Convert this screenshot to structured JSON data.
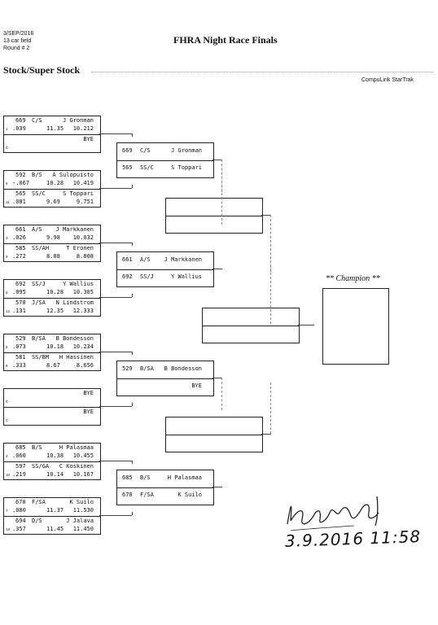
{
  "header": {
    "date": "3/SEP/2016",
    "field": "13 car field",
    "round": "Round # 2",
    "title": "FHRA Night Race Finals",
    "section": "Stock/Super Stock",
    "brand": "CompuLink StarTrak"
  },
  "col1": [
    {
      "top": {
        "num": "669",
        "cls": "C/S",
        "name": "J Gronman",
        "lane": "1",
        "rt": ".039",
        "et": "11.35",
        "spd": "10.212"
      },
      "bot": {
        "num": "",
        "cls": "",
        "name": "BYE",
        "lane": "0",
        "rt": "",
        "et": "",
        "spd": ""
      }
    },
    {
      "top": {
        "num": "592",
        "cls": "B/S",
        "name": "A Sulopuisto",
        "lane": "5",
        "rt": "-.067",
        "et": "10.28",
        "spd": "10.419"
      },
      "bot": {
        "num": "565",
        "cls": "SS/C",
        "name": "S Toppari",
        "lane": "11",
        "rt": ".081",
        "et": "9.69",
        "spd": "9.751"
      }
    },
    {
      "top": {
        "num": "661",
        "cls": "A/S",
        "name": "J Markkanen",
        "lane": "3",
        "rt": ".026",
        "et": "9.98",
        "spd": "10.032"
      },
      "bot": {
        "num": "585",
        "cls": "SS/AH",
        "name": "T Eronen",
        "lane": "9",
        "rt": ".272",
        "et": "8.88",
        "spd": "8.808"
      }
    },
    {
      "top": {
        "num": "692",
        "cls": "SS/J",
        "name": "Y Wallius",
        "lane": "6",
        "rt": ".095",
        "et": "10.28",
        "spd": "10.305"
      },
      "bot": {
        "num": "570",
        "cls": "J/SA",
        "name": "N Lindstrom",
        "lane": "12",
        "rt": ".131",
        "et": "12.35",
        "spd": "12.333"
      }
    },
    {
      "top": {
        "num": "529",
        "cls": "B/SA",
        "name": "B Bondesson",
        "lane": "2",
        "rt": ".073",
        "et": "10.18",
        "spd": "10.234"
      },
      "bot": {
        "num": "581",
        "cls": "SS/BM",
        "name": "H Hassinen",
        "lane": "8",
        "rt": ".333",
        "et": "8.67",
        "spd": "8.656"
      }
    },
    {
      "top": {
        "num": "",
        "cls": "",
        "name": "BYE",
        "lane": "0",
        "rt": "",
        "et": "",
        "spd": ""
      },
      "bot": {
        "num": "",
        "cls": "",
        "name": "BYE",
        "lane": "0",
        "rt": "",
        "et": "",
        "spd": ""
      }
    },
    {
      "top": {
        "num": "685",
        "cls": "B/S",
        "name": "H Palasmaa",
        "lane": "4",
        "rt": ".060",
        "et": "10.38",
        "spd": "10.455"
      },
      "bot": {
        "num": "597",
        "cls": "SS/GA",
        "name": "C Koskinen",
        "lane": "10",
        "rt": ".219",
        "et": "10.14",
        "spd": "10.167"
      }
    },
    {
      "top": {
        "num": "670",
        "cls": "F/SA",
        "name": "K Suilo",
        "lane": "7",
        "rt": ".080",
        "et": "11.37",
        "spd": "11.530"
      },
      "bot": {
        "num": "694",
        "cls": "D/S",
        "name": "J Jalava",
        "lane": "13",
        "rt": ".357",
        "et": "11.45",
        "spd": "11.450"
      }
    }
  ],
  "col2": [
    {
      "top": {
        "num": "669",
        "cls": "C/S",
        "name": "J Gronman"
      },
      "bot": {
        "num": "565",
        "cls": "SS/C",
        "name": "S Toppari"
      }
    },
    {
      "top": {
        "num": "661",
        "cls": "A/S",
        "name": "J Markkanen"
      },
      "bot": {
        "num": "692",
        "cls": "SS/J",
        "name": "Y Wallius"
      }
    },
    {
      "top": {
        "num": "529",
        "cls": "B/SA",
        "name": "B Bondesson"
      },
      "bot": {
        "num": "",
        "cls": "",
        "name": "BYE"
      }
    },
    {
      "top": {
        "num": "685",
        "cls": "B/S",
        "name": "H Palasmaa"
      },
      "bot": {
        "num": "670",
        "cls": "F/SA",
        "name": "K Suilo"
      }
    }
  ],
  "champion_label": "** Champion **",
  "signature": {
    "stamp": "3.9.2016  11:58"
  }
}
